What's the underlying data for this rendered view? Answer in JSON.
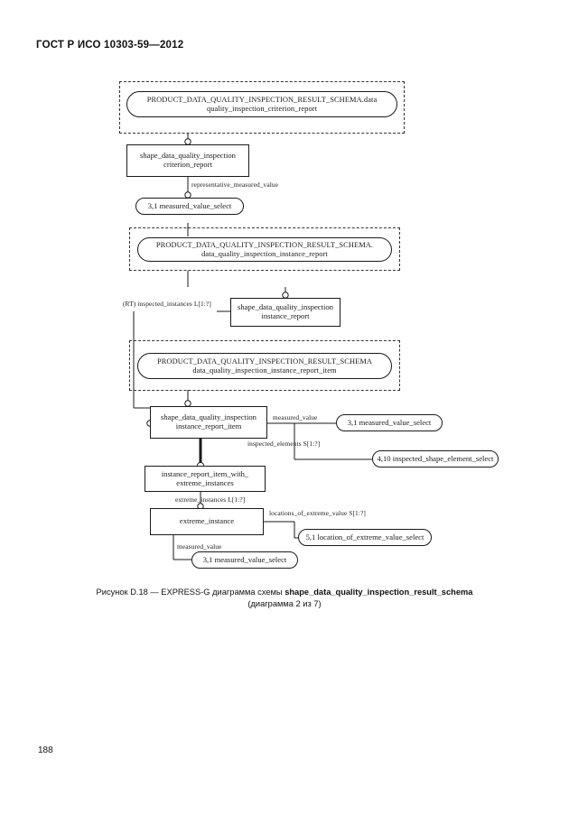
{
  "document": {
    "header": "ГОСТ Р ИСО 10303-59—2012",
    "page_number": "188"
  },
  "caption": {
    "prefix": "Рисунок D.18 — EXPRESS-G диаграмма схемы ",
    "schema_name": "shape_data_quality_inspection_result_schema",
    "line2": "(диаграмма 2 из 7)"
  },
  "diagram": {
    "type": "EXPRESS-G",
    "schema_refs": [
      {
        "id": "schema-ref-criterion-report",
        "line1": "PRODUCT_DATA_QUALITY_INSPECTION_RESULT_SCHEMA.data",
        "line2": "quality_inspection_criterion_report"
      },
      {
        "id": "schema-ref-instance-report",
        "line1": "PRODUCT_DATA_QUALITY_INSPECTION_RESULT_SCHEMA.",
        "line2": "data_quality_inspection_instance_report"
      },
      {
        "id": "schema-ref-instance-report-item",
        "line1": "PRODUCT_DATA_QUALITY_INSPECTION_RESULT_SCHEMA",
        "line2": "data_quality_inspection_instance_report_item"
      }
    ],
    "entities": [
      {
        "id": "entity-criterion-report",
        "line1": "shape_data_quality_inspection",
        "line2": "criterion_report"
      },
      {
        "id": "entity-instance-report",
        "line1": "shape_data_quality_inspection",
        "line2": "instance_report"
      },
      {
        "id": "entity-instance-report-item",
        "line1": "shape_data_quality_inspection",
        "line2": "instance_report_item"
      },
      {
        "id": "entity-item-with-extreme",
        "line1": "instance_report_item_with_",
        "line2": "extreme_instances"
      },
      {
        "id": "entity-extreme-instance",
        "line1": "extreme_instance",
        "line2": ""
      }
    ],
    "selects": [
      {
        "id": "select-measured-value-1",
        "label": "3,1 measured_value_select"
      },
      {
        "id": "select-measured-value-2",
        "label": "3,1 measured_value_select"
      },
      {
        "id": "select-inspected-shape-element",
        "label": "4,10 inspected_shape_element_select"
      },
      {
        "id": "select-location-of-extreme-value",
        "label": "5,1 location_of_extreme_value_select"
      },
      {
        "id": "select-measured-value-3",
        "label": "3,1 measured_value_select"
      }
    ],
    "edge_labels": [
      {
        "id": "label-representative-measured-value",
        "text": "representative_measured_value"
      },
      {
        "id": "label-inspected-instances",
        "text": "(RT) inspected_instances L[1:?]"
      },
      {
        "id": "label-measured-value-item",
        "text": "measured_value"
      },
      {
        "id": "label-inspected-elements",
        "text": "inspected_elements S[1:?]"
      },
      {
        "id": "label-extreme-instances",
        "text": "extreme_instances L[1:?]"
      },
      {
        "id": "label-locations-of-extreme-value",
        "text": "locations_of_extreme_value S[1:?]"
      },
      {
        "id": "label-measured-value-extreme",
        "text": "measured_value"
      }
    ]
  }
}
